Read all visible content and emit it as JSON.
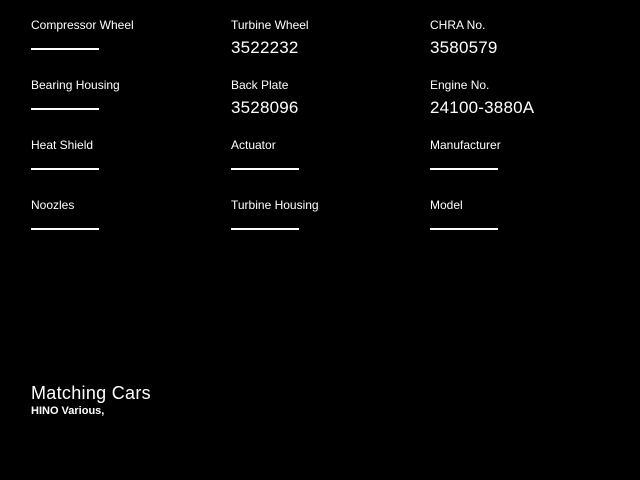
{
  "fields": [
    {
      "label": "Compressor Wheel",
      "value": ""
    },
    {
      "label": "Turbine Wheel",
      "value": "3522232"
    },
    {
      "label": "CHRA No.",
      "value": "3580579"
    },
    {
      "label": "Bearing Housing",
      "value": ""
    },
    {
      "label": "Back Plate",
      "value": "3528096"
    },
    {
      "label": "Engine No.",
      "value": "24100-3880A"
    },
    {
      "label": "Heat Shield",
      "value": ""
    },
    {
      "label": "Actuator",
      "value": ""
    },
    {
      "label": "Manufacturer",
      "value": ""
    },
    {
      "label": "Noozles",
      "value": ""
    },
    {
      "label": "Turbine Housing",
      "value": ""
    },
    {
      "label": "Model",
      "value": ""
    }
  ],
  "footer": {
    "title": "Matching Cars",
    "subtitle": "HINO Various,"
  },
  "colors": {
    "background": "#000000",
    "text": "#ffffff"
  }
}
